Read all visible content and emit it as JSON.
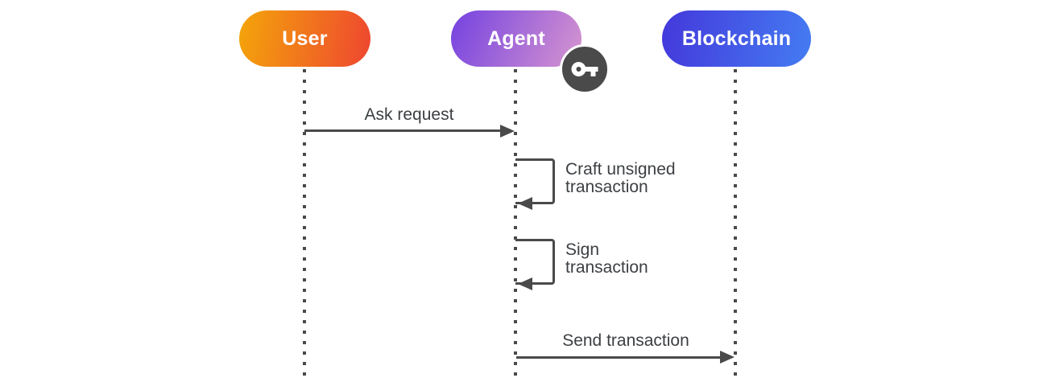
{
  "diagram": {
    "type": "sequence-diagram",
    "actors": [
      {
        "label": "User",
        "gradient_from": "#F4A50A",
        "gradient_to": "#EE4630"
      },
      {
        "label": "Agent",
        "gradient_from": "#7442E0",
        "gradient_to": "#D795CF",
        "badge": "key-icon"
      },
      {
        "label": "Blockchain",
        "gradient_from": "#4438DB",
        "gradient_to": "#447CF2"
      }
    ],
    "messages": [
      {
        "kind": "message-arrow",
        "from": "User",
        "to": "Agent",
        "label": "Ask request"
      },
      {
        "kind": "self-message",
        "actor": "Agent",
        "lines": [
          "Craft unsigned",
          "transaction"
        ]
      },
      {
        "kind": "self-message",
        "actor": "Agent",
        "lines": [
          "Sign",
          "transaction"
        ]
      },
      {
        "kind": "message-arrow",
        "from": "Agent",
        "to": "Blockchain",
        "label": "Send transaction"
      }
    ],
    "colors": {
      "background": "#FFFFFF",
      "line": "#4A4A4A",
      "label_text": "#3C4043",
      "pill_text": "#FFFFFF",
      "badge_bg": "#4A4A4A",
      "badge_glyph": "#FFFFFF"
    }
  }
}
